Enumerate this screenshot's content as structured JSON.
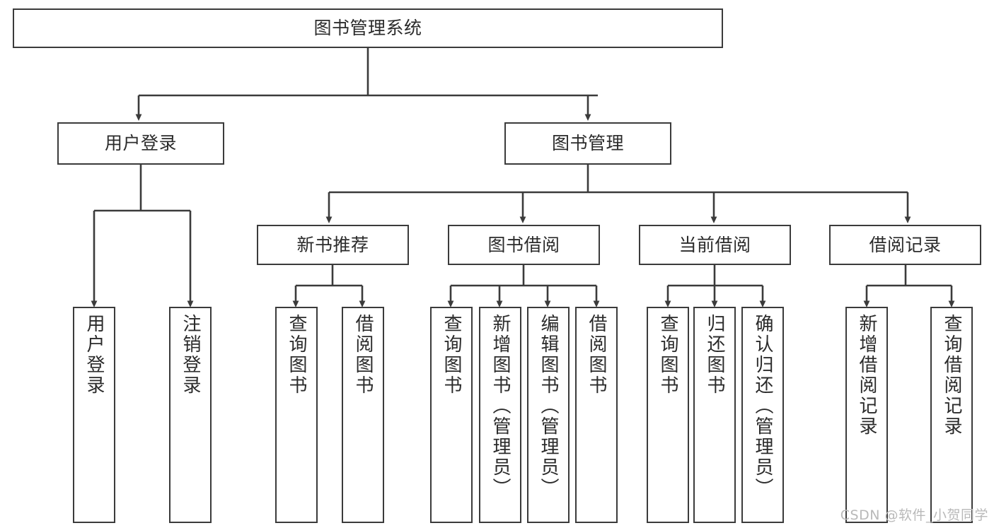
{
  "diagram": {
    "title": "图书管理系统",
    "type": "functional-decomposition-tree",
    "background_color": "#ffffff",
    "box_border_color": "#3b3b3b",
    "box_fill_color": "#ffffff",
    "text_color": "#2b2b2b",
    "connector_color": "#3b3b3b"
  },
  "root": {
    "label": "图书管理系统"
  },
  "level2": [
    {
      "label": "用户登录"
    },
    {
      "label": "图书管理"
    }
  ],
  "level3": [
    {
      "label": "新书推荐"
    },
    {
      "label": "图书借阅"
    },
    {
      "label": "当前借阅"
    },
    {
      "label": "借阅记录"
    }
  ],
  "leaves": {
    "user_login": [
      {
        "label": "用户登录"
      },
      {
        "label": "注销登录"
      }
    ],
    "new_book_recommend": [
      {
        "label": "查询图书"
      },
      {
        "label": "借阅图书"
      }
    ],
    "book_borrow": [
      {
        "label": "查询图书"
      },
      {
        "label": "新增图书（管理员）"
      },
      {
        "label": "编辑图书（管理员）"
      },
      {
        "label": "借阅图书"
      }
    ],
    "current_borrow": [
      {
        "label": "查询图书"
      },
      {
        "label": "归还图书"
      },
      {
        "label": "确认归还（管理员）"
      }
    ],
    "borrow_record": [
      {
        "label": "新增借阅记录"
      },
      {
        "label": "查询借阅记录"
      }
    ]
  },
  "watermark": {
    "text": "CSDN @软件_小贺同学"
  }
}
